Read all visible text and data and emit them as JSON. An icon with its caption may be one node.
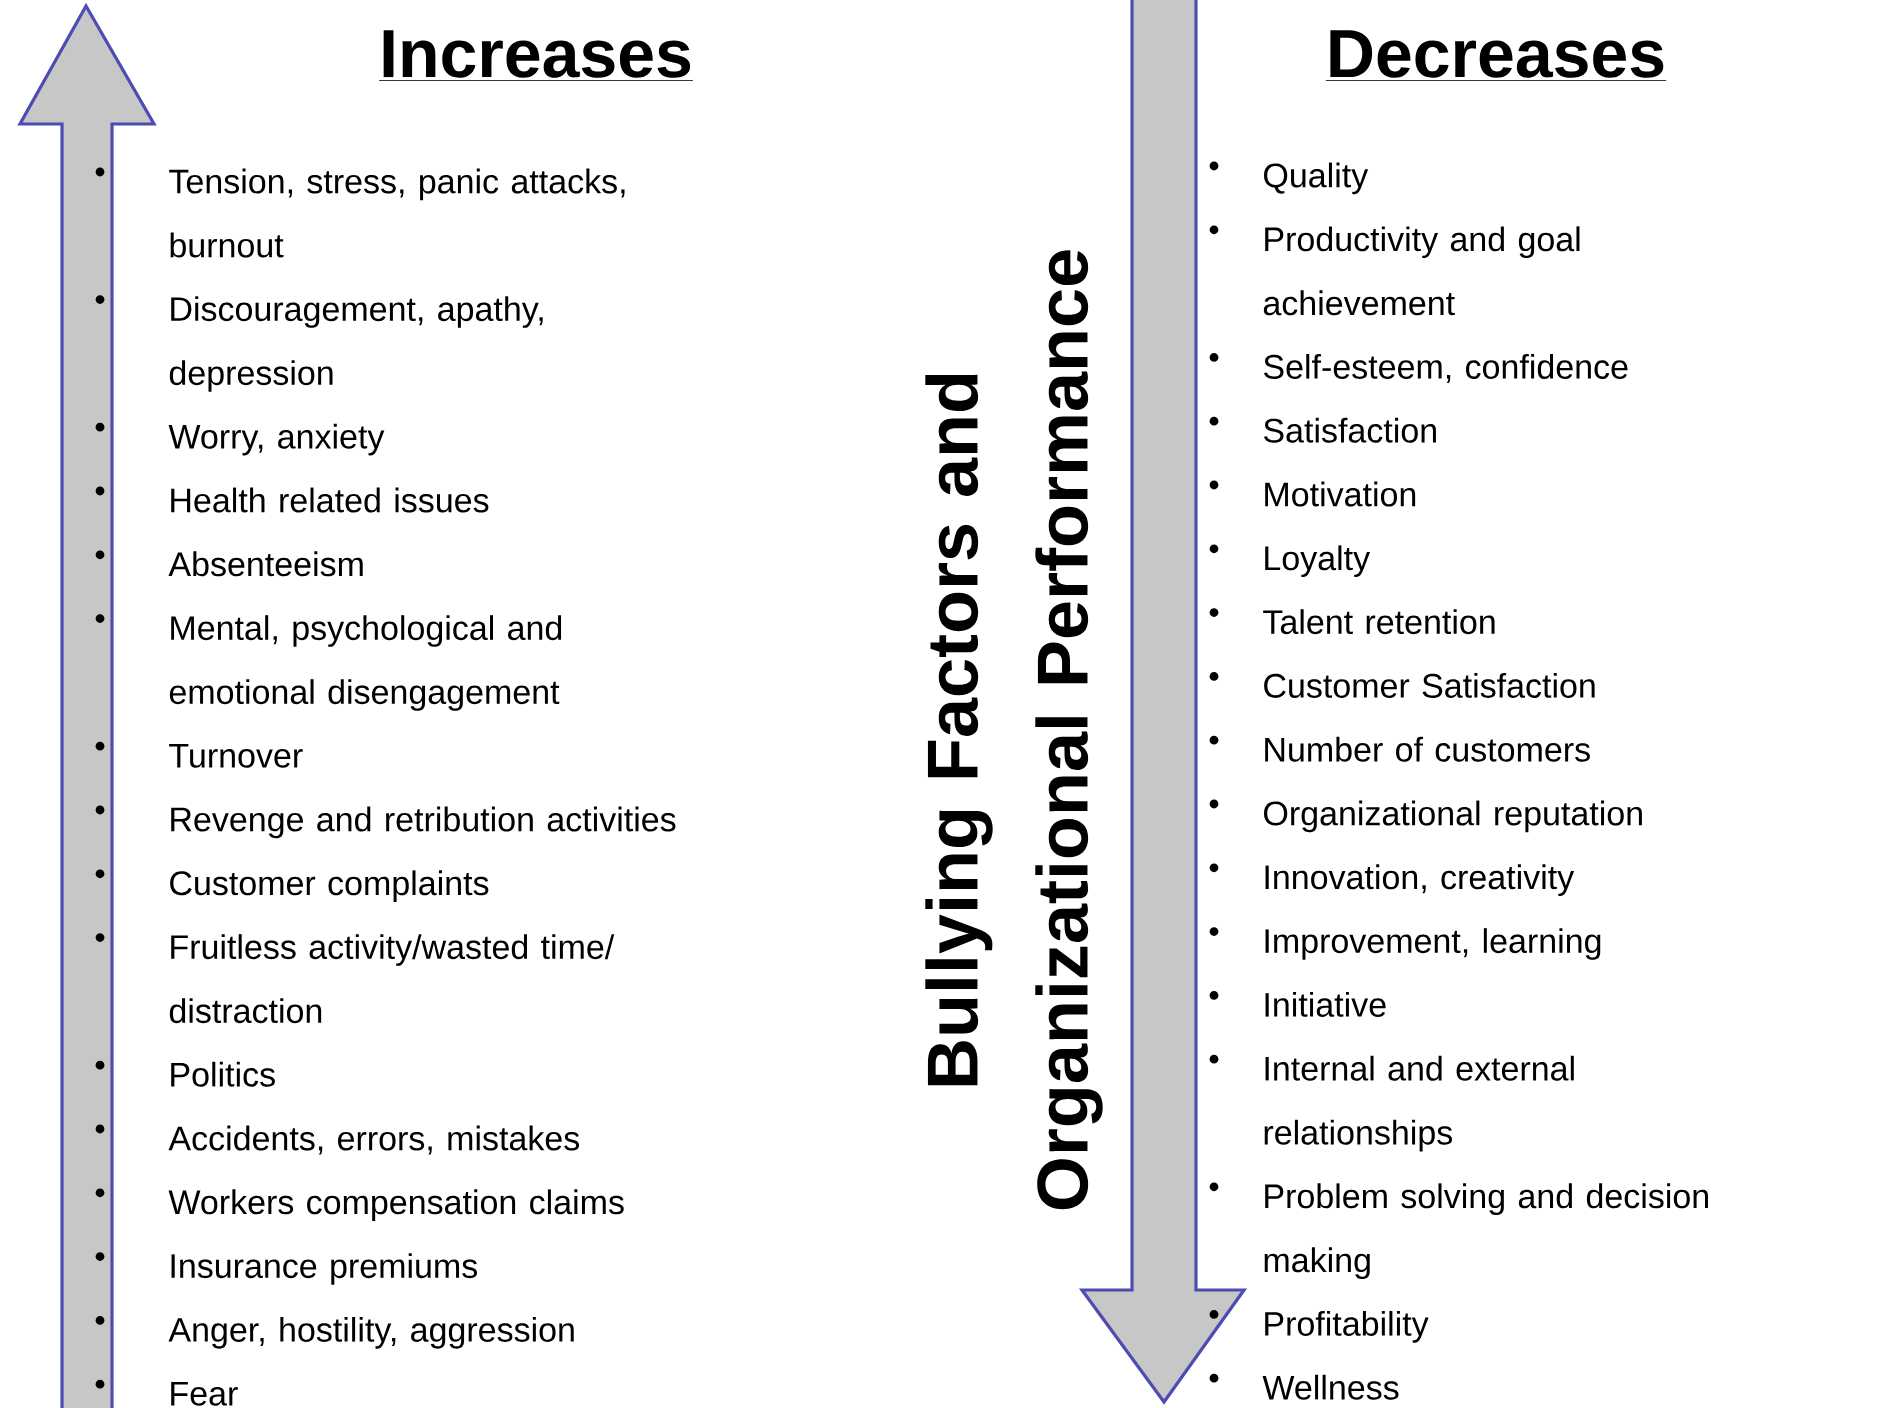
{
  "diagram": {
    "title": "Bullying Factors and Organizational Performance",
    "labels": [
      "Increases",
      "Tension, stress, panic attacks, burnout",
      "Discouragement, apathy, depression",
      "Worry,  anxiety",
      "Health related issues",
      "Absenteeism",
      "Mental, psychological and emotional disengagement",
      "Turnover",
      "Revenge and retribution activities",
      "Customer complaints",
      "Fruitless activity/wasted time/ distraction",
      "Politics",
      "Accidents, errors, mistakes",
      "Workers compensation claims",
      "Insurance premiums",
      "Anger, hostility, aggression",
      "Fear",
      "Decreases",
      "Quality",
      "Productivity and goal achievement",
      "Self-esteem, confidence",
      "Satisfaction",
      "Motivation",
      "Loyalty",
      "Talent retention",
      "Customer Satisfaction",
      "Number of customers",
      "Organizational reputation",
      "Innovation, creativity",
      "Improvement, learning",
      "Initiative",
      "Internal and external relationships",
      "Problem solving and decision making",
      "Profitability",
      "Wellness"
    ]
  }
}
